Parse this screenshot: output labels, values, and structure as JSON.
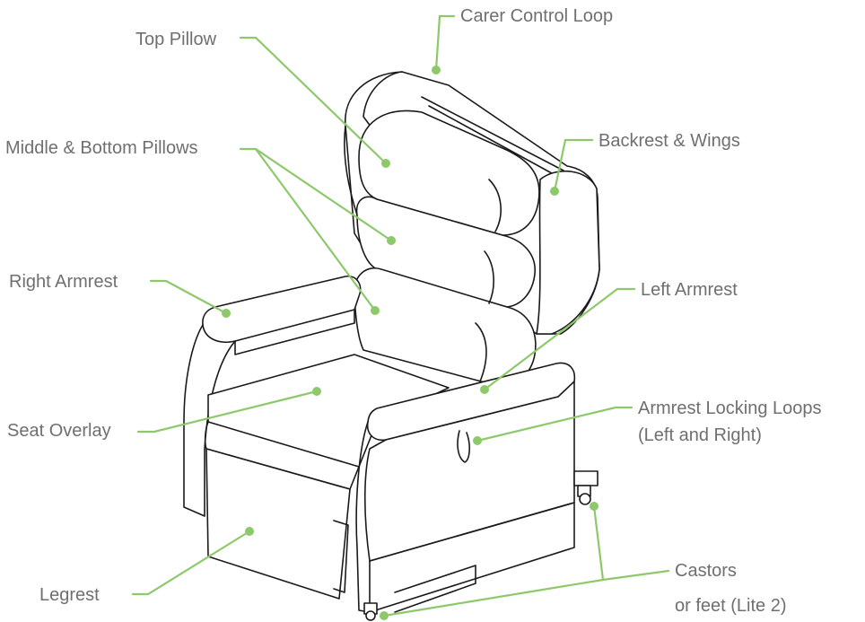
{
  "accent_color": "#8dc96b",
  "text_color": "#6f6f6f",
  "illustration": "recliner-lift-chair",
  "labels": {
    "carer_control_loop": "Carer Control Loop",
    "top_pillow": "Top Pillow",
    "backrest_wings": "Backrest & Wings",
    "middle_bottom_pillows": "Middle & Bottom Pillows",
    "right_armrest": "Right Armrest",
    "left_armrest": "Left Armrest",
    "armrest_locking_loops_line1": "Armrest Locking Loops",
    "armrest_locking_loops_line2": "(Left and Right)",
    "seat_overlay": "Seat Overlay",
    "castors_line1": "Castors",
    "castors_line2": "or feet (Lite 2)",
    "legrest": "Legrest"
  }
}
